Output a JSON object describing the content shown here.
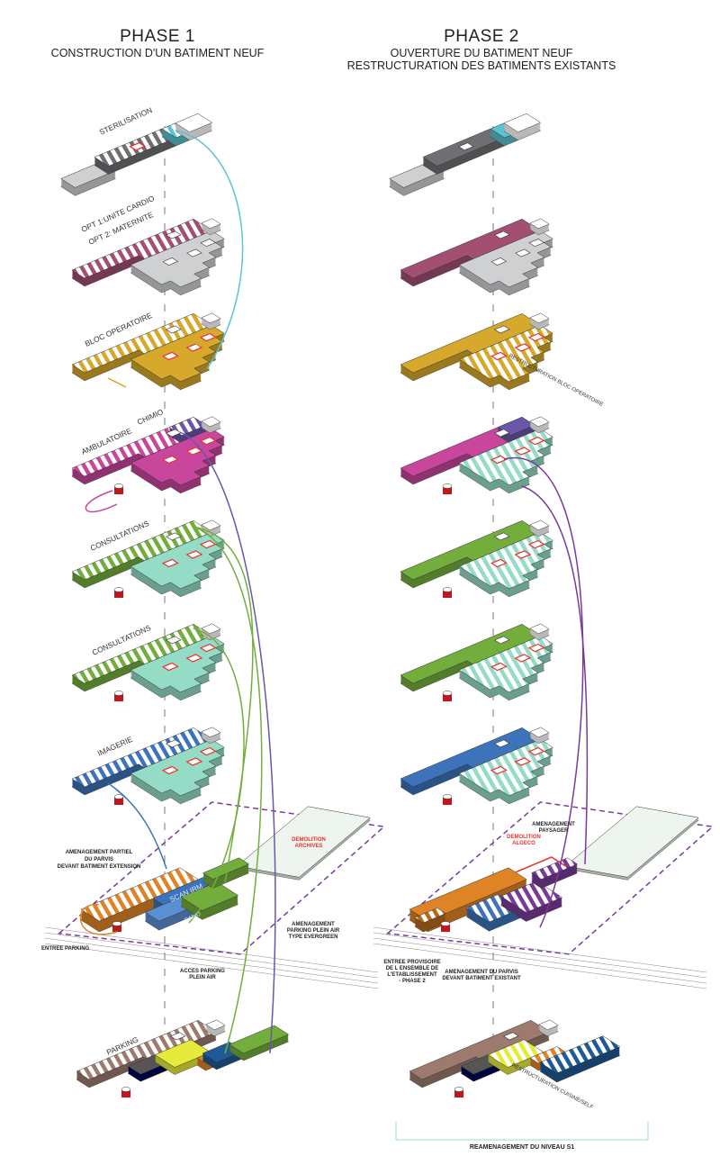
{
  "phase1": {
    "title": "PHASE 1",
    "subtitle": "CONSTRUCTION D'UN BATIMENT NEUF"
  },
  "phase2": {
    "title": "PHASE 2",
    "subtitle1": "OUVERTURE DU BATIMENT NEUF",
    "subtitle2": "RESTRUCTURATION DES BATIMENTS EXISTANTS"
  },
  "floor_labels": {
    "sterilisation": "STERILISATION",
    "opt1": "OPT 1:UNITE CARDIO",
    "opt2": "OPT 2: MATERNITE",
    "bloc": "BLOC OPERATOIRE",
    "ambulatoire": "AMBULATOIRE",
    "chimio": "CHIMIO",
    "consultations1": "CONSULTATIONS",
    "consultations2": "CONSULTATIONS",
    "imagerie": "IMAGERIE",
    "parking": "PARKING",
    "restr_bloc": "RESTRUCTURATION BLOC OPERATOIRE",
    "restr_cuisine": "RESTRUCTURATION CUISINE/SELF",
    "scan_irm": "SCAN IRM",
    "radio": "RADIO"
  },
  "annotations": {
    "amenagement_partiel": [
      "AMENAGEMENT PARTIEL",
      "DU PARVIS",
      "DEVANT BATIMENT EXTENSION"
    ],
    "demolition_archives": [
      "DEMOLITION",
      "ARCHIVES"
    ],
    "amenagement_parking": [
      "AMENAGEMENT",
      "PARKING PLEIN AIR",
      "TYPE EVERGREEN"
    ],
    "entree_parking": "ENTREE PARKING",
    "acces_parking": [
      "ACCES PARKING",
      "PLEIN AIR"
    ],
    "amenagement_paysager": [
      "AMENAGEMENT",
      "PAYSAGER"
    ],
    "demolition_algeco": [
      "DEMOLITION",
      "ALGECO"
    ],
    "entree_provisoire": [
      "ENTREE PROVISOIRE",
      "DE L ENSEMBLE DE",
      "L'ETABLISSEMENT",
      "- PHASE 2"
    ],
    "amenagement_parvis": [
      "AMENAGEMENT DU PARVIS",
      "DEVANT BATIMENT EXISTANT"
    ],
    "reamenagement": "REAMENAGEMENT DU NIVEAU S1"
  },
  "palette": {
    "grey": "#6e6f72",
    "lightgrey": "#cfd0d2",
    "maroon": "#a24f72",
    "gold": "#d6a82b",
    "magenta": "#c8469c",
    "purple": "#6b56aa",
    "violet": "#7a3a9a",
    "green": "#73ae3c",
    "teal": "#95dcc6",
    "blue": "#3c73ba",
    "cyan": "#5cc3d3",
    "orange": "#de8426",
    "brown": "#9c7a6e",
    "yellow": "#e6ea3a",
    "red": "#e8322c",
    "navy": "#1f5a96"
  }
}
